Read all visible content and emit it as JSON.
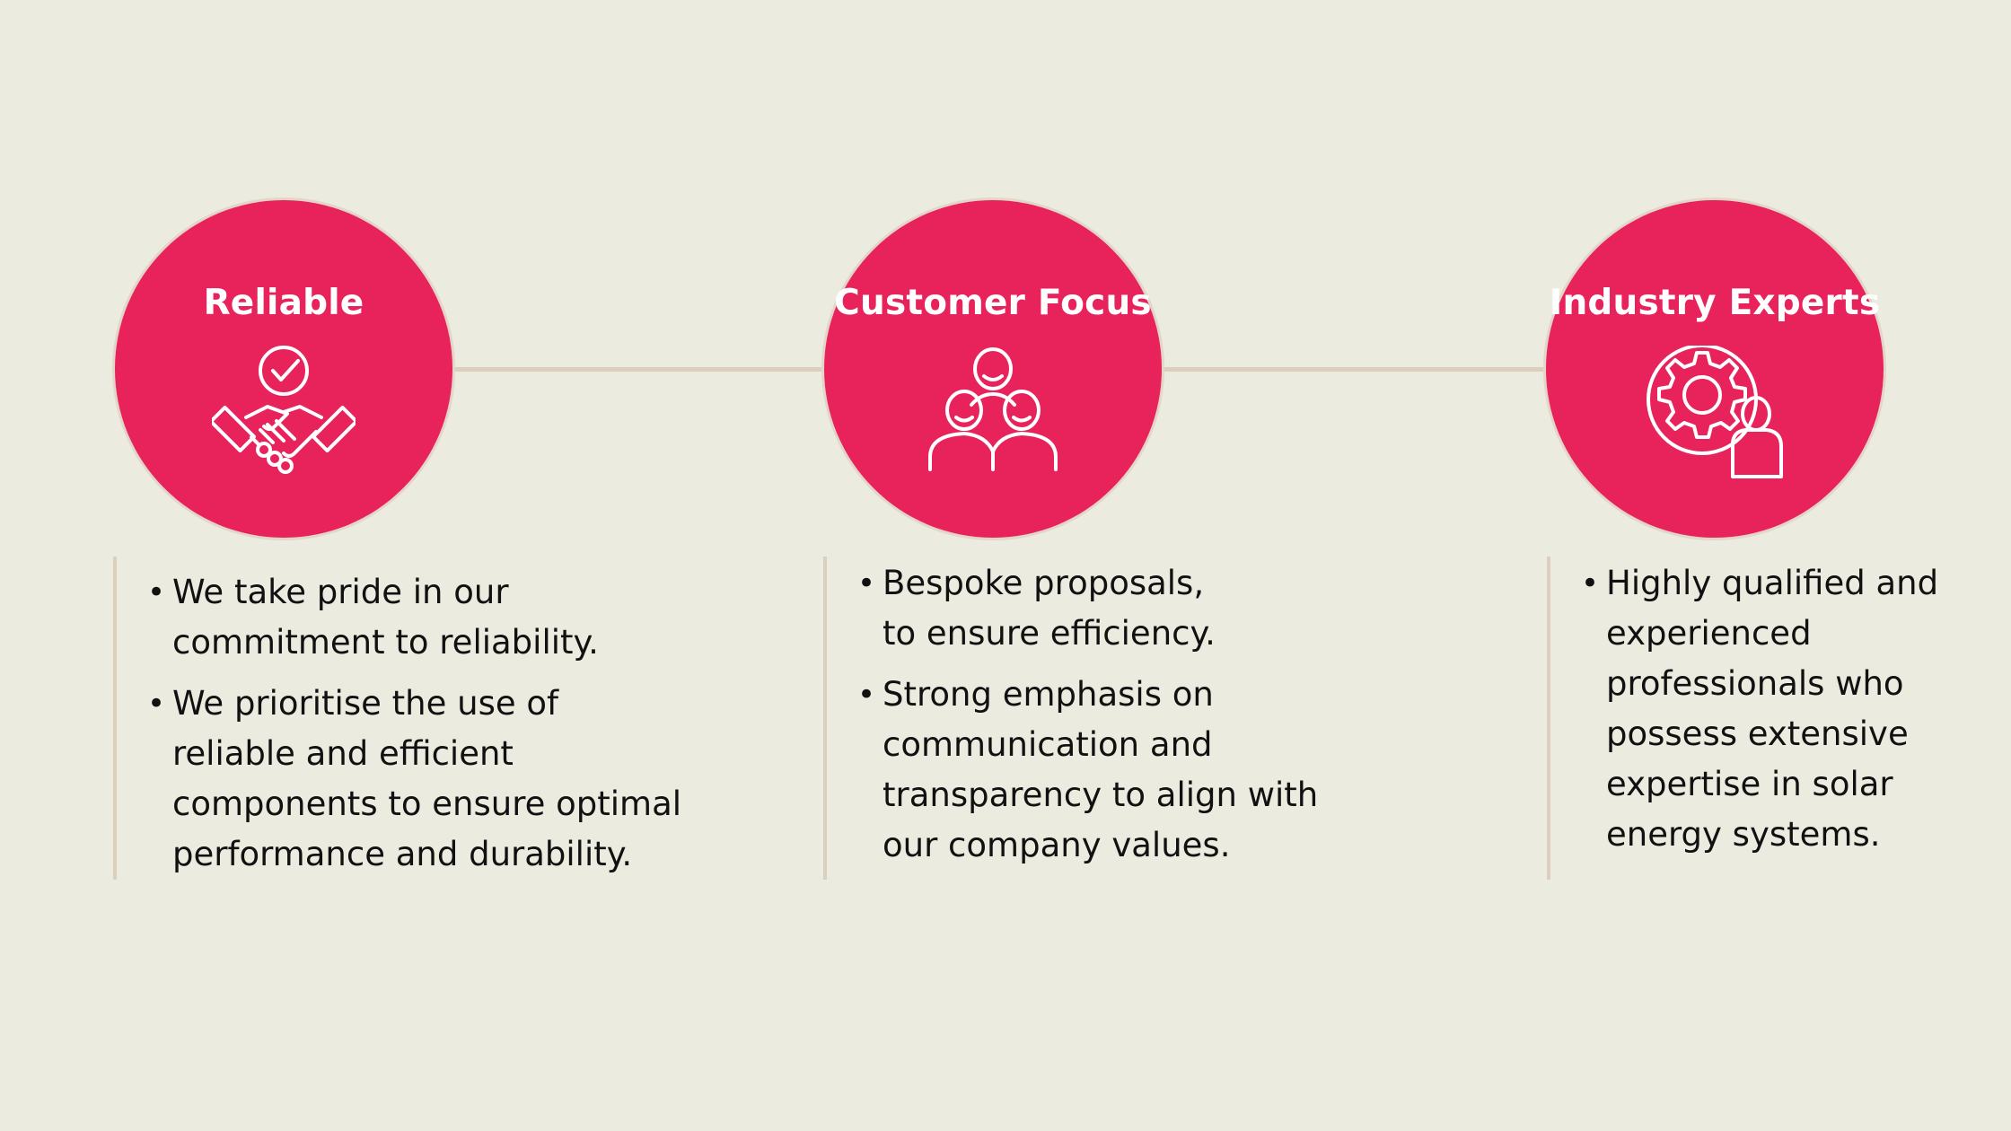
{
  "colors": {
    "background": "#ECEBDF",
    "circle_fill": "#E8225B",
    "connector": "#DDCFBE",
    "text": "#111111",
    "icon_stroke": "#FFFFFF"
  },
  "columns": [
    {
      "title": "Reliable",
      "icon": "handshake-check-icon",
      "bullets": [
        [
          "We take pride in our",
          "commitment to reliability."
        ],
        [
          "We prioritise the use of",
          "reliable and efficient",
          "components to ensure optimal",
          "performance and durability."
        ]
      ]
    },
    {
      "title": "Customer Focus",
      "icon": "people-group-icon",
      "bullets": [
        [
          "Bespoke proposals,",
          "to ensure efficiency."
        ],
        [
          "Strong emphasis on",
          "communication and",
          "transparency to align with",
          "our company values."
        ]
      ]
    },
    {
      "title": "Industry Experts",
      "icon": "gear-person-icon",
      "bullets": [
        [
          "Highly qualified and",
          "experienced",
          "professionals who",
          "possess extensive",
          "expertise in solar",
          "energy systems."
        ]
      ]
    }
  ]
}
